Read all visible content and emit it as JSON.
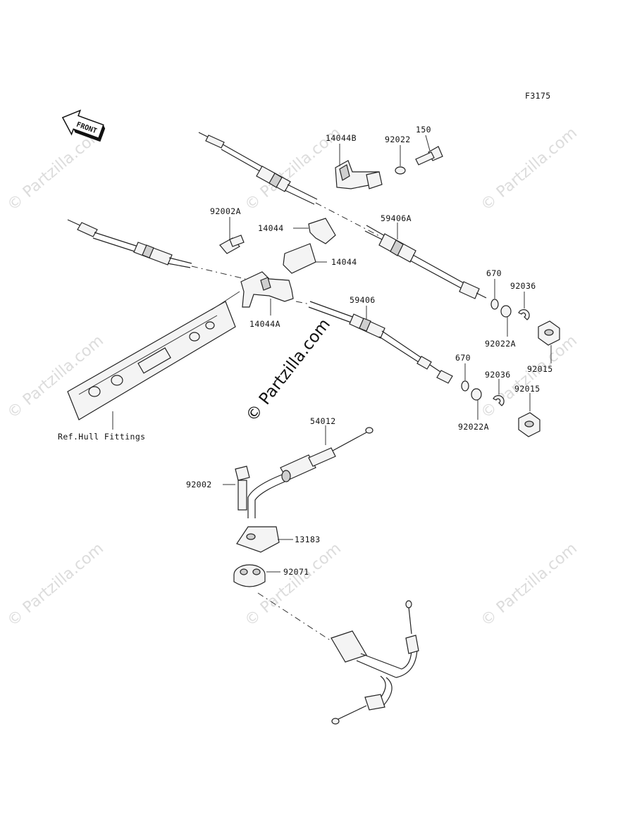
{
  "figure_code": "F3175",
  "front_label": "FRONT",
  "watermark_text": "© Partzilla.com",
  "center_watermark": "© Partzilla.com",
  "labels": {
    "p14044B": "14044B",
    "p92022": "92022",
    "p150": "150",
    "p92002A": "92002A",
    "p14044_top": "14044",
    "p14044_mid": "14044",
    "p59406A": "59406A",
    "p14044A": "14044A",
    "p59406": "59406",
    "p670_top": "670",
    "p92036_top": "92036",
    "p92022A_top": "92022A",
    "p92015_top": "92015",
    "p670_bot": "670",
    "p92036_bot": "92036",
    "p92015_bot": "92015",
    "p92022A_bot": "92022A",
    "ref_hull": "Ref.Hull Fittings",
    "p54012": "54012",
    "p92002": "92002",
    "p13183": "13183",
    "p92071": "92071"
  },
  "colors": {
    "line": "#222222",
    "watermark": "#dcdcdc",
    "background": "#ffffff"
  }
}
